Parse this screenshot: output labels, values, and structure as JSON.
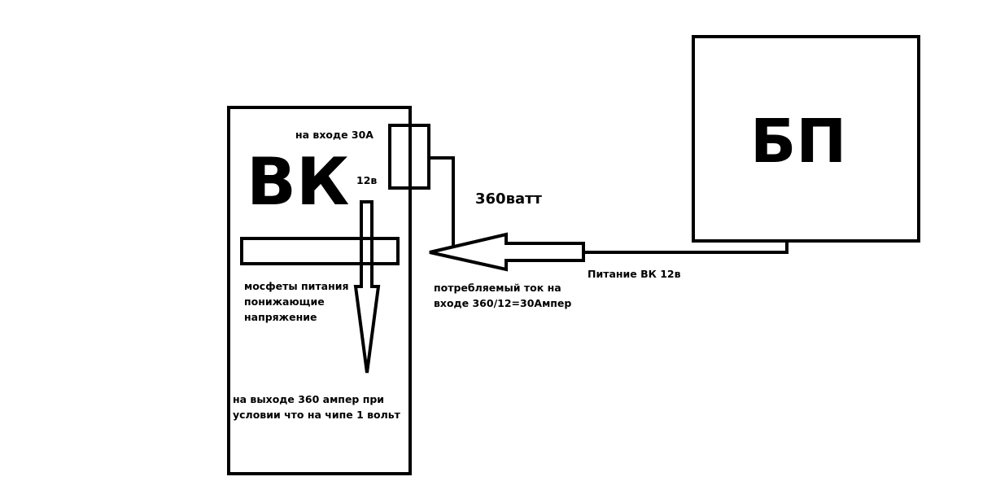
{
  "labels": {
    "vk": "ВК",
    "bp": "БП",
    "input_current": "на входе 30А",
    "volts_12": "12в",
    "watts": "360ватт",
    "psu_power": "Питание ВК 12в",
    "consumed_line1": "потребляемый ток на",
    "consumed_line2": "входе 360/12=30Ампер",
    "mosfet_line1": "мосфеты питания",
    "mosfet_line2": "понижающие",
    "mosfet_line3": "напряжение",
    "output_line1": "на выходе 360 ампер при",
    "output_line2": "условии что на чипе 1 вольт"
  }
}
